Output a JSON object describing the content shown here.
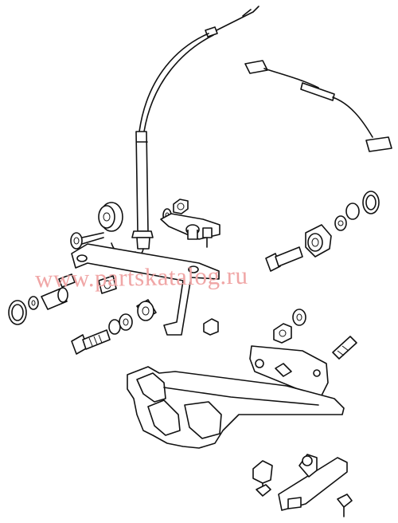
{
  "watermark": {
    "text": "www.partskatalog.ru"
  },
  "colors": {
    "line": "#111111",
    "watermark": "#f0a6a6",
    "background": "#ffffff"
  },
  "parts": [
    "throttle-cable",
    "sensor-lead-wire",
    "bushing",
    "spring-washer",
    "nut",
    "link-rod",
    "rubber-grommet",
    "cable-clamp",
    "cable-joint",
    "lever",
    "circlip",
    "collar",
    "bolt",
    "stud",
    "bracket",
    "tilt-support",
    "clip-holder",
    "screw"
  ]
}
